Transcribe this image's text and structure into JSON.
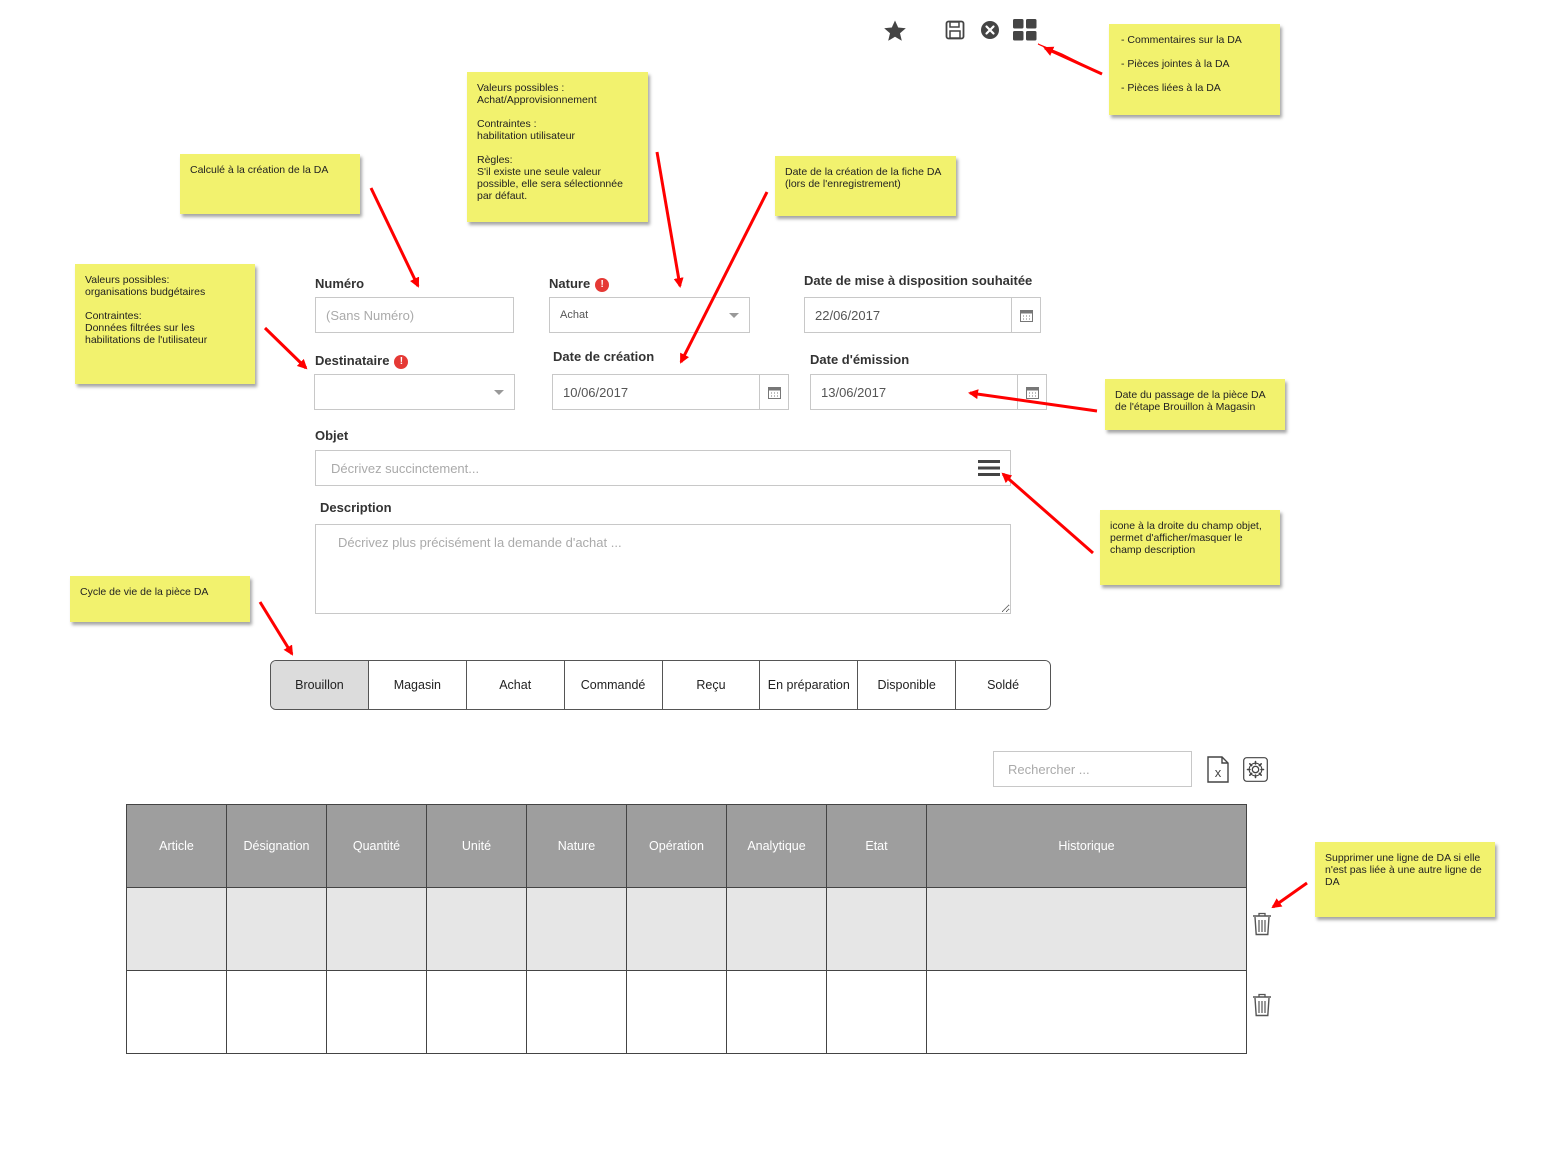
{
  "toolbar": {
    "favorite_icon": "star-icon",
    "save_icon": "save-icon",
    "close_icon": "close-circle-icon",
    "grid_icon": "grid-icon"
  },
  "notes": {
    "top_right": "- Commentaires sur la DA\n\n- Pièces jointes à la DA\n\n- Pièces liées à la DA",
    "nature": "Valeurs possibles :\nAchat/Approvisionnement\n\nContraintes :\nhabilitation utilisateur\n\nRègles:\nS'il existe une seule valeur possible, elle sera sélectionnée par défaut.",
    "numero": "Calculé à la création de la DA",
    "date_creation": "Date de la création de la fiche DA (lors de l'enregistrement)",
    "destinataire": "Valeurs possibles:\norganisations budgétaires\n\nContraintes:\nDonnées filtrées sur les habilitations de l'utilisateur",
    "date_emission": "Date du passage de la pièce DA de l'étape Brouillon à Magasin",
    "objet_icon": "icone à la droite du champ objet, permet d'afficher/masquer le champ description",
    "cycle": "Cycle de vie de la pièce DA",
    "delete": "Supprimer une ligne de DA si elle n'est pas liée à une autre ligne de DA"
  },
  "form": {
    "numero_label": "Numéro",
    "numero_placeholder": "(Sans Numéro)",
    "nature_label": "Nature",
    "nature_value": "Achat",
    "date_souhaitee_label": "Date de mise à  disposition souhaitée",
    "date_souhaitee_value": "22/06/2017",
    "destinataire_label": "Destinataire",
    "destinataire_value": "",
    "date_creation_label": "Date de création",
    "date_creation_value": "10/06/2017",
    "date_emission_label": "Date d'émission",
    "date_emission_value": "13/06/2017",
    "objet_label": "Objet",
    "objet_placeholder": "Décrivez succinctement...",
    "description_label": "Description",
    "description_placeholder": "Décrivez plus précisément la demande d'achat ..."
  },
  "status_tabs": [
    "Brouillon",
    "Magasin",
    "Achat",
    "Commandé",
    "Reçu",
    "En préparation",
    "Disponible",
    "Soldé"
  ],
  "active_status": "Brouillon",
  "search": {
    "placeholder": "Rechercher ..."
  },
  "table": {
    "columns": [
      "Article",
      "Désignation",
      "Quantité",
      "Unité",
      "Nature",
      "Opération",
      "Analytique",
      "Etat",
      "Historique"
    ]
  },
  "colors": {
    "note_bg": "#f2f26e",
    "arrow": "#ff0000",
    "header_bg": "#9e9e9e",
    "active_tab": "#dcdcdc",
    "required": "#e53935"
  }
}
